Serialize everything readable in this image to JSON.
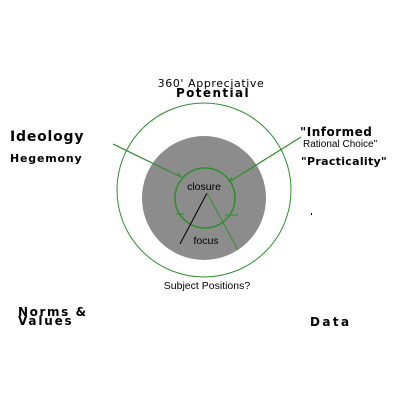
{
  "top": {
    "line1": "360' Appreciative",
    "line2": "Potential"
  },
  "left": {
    "ideology": "Ideology",
    "hegemony": "Hegemony"
  },
  "right": {
    "informed": "\"Informed",
    "rational": "Rational Choice\"",
    "practicality": "\"Practicality\""
  },
  "center": {
    "closure": "closure",
    "focus": "focus"
  },
  "bottom": {
    "subject_positions": "Subject Positions?",
    "norms": "Norms &",
    "values": "Values",
    "data": "Data"
  },
  "colors": {
    "inner_fill": "#8c8c8c",
    "ring_stroke": "#2f8f2f",
    "pointer_stroke": "#000000"
  }
}
